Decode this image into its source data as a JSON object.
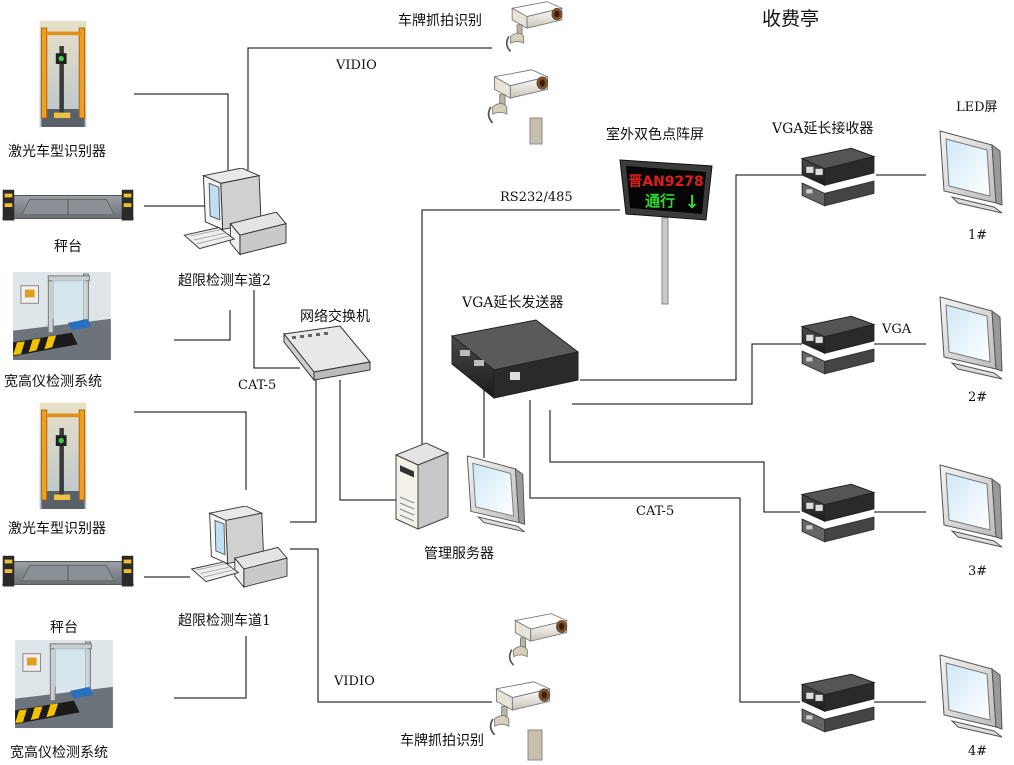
{
  "title": "收费亭",
  "lane2": {
    "laser_detector": "激光车型识别器",
    "scale": "秤台",
    "width_height": "宽高仪检测系统",
    "pc": "超限检测车道2",
    "camera": "车牌抓拍识别",
    "video": "VIDIO"
  },
  "lane1": {
    "laser_detector": "激光车型识别器",
    "scale": "秤台",
    "width_height": "宽高仪检测系统",
    "pc": "超限检测车道1",
    "camera": "车牌抓拍识别",
    "video": "VIDIO"
  },
  "network": {
    "switch": "网络交换机",
    "cable_left": "CAT-5",
    "cable_mid": "CAT-5",
    "serial": "RS232/485",
    "server": "管理服务器"
  },
  "led_sign": {
    "label": "室外双色点阵屏",
    "line1": "晋AN9278",
    "line2": "通行",
    "arrow": "↓",
    "line1_color": "#e01c1c",
    "line2_color": "#2fd62f"
  },
  "vga": {
    "sender": "VGA延长发送器",
    "receiver": "VGA延长接收器",
    "vga_label": "VGA",
    "led_screen": "LED屏",
    "monitors": [
      "1#",
      "2#",
      "3#",
      "4#"
    ]
  }
}
